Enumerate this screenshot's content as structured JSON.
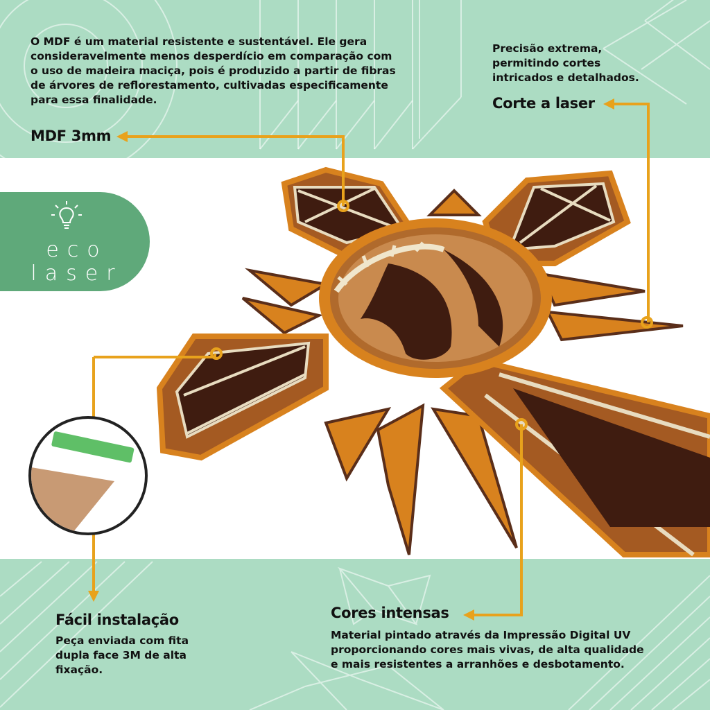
{
  "mdf": {
    "description": "O MDF é um material resistente e sustentável. Ele gera consideravelmente menos desperdício em comparação com o uso de madeira maciça, pois é produzido a partir de fibras de árvores  de reflorestamento, cultivadas especificamente para essa finalidade.",
    "lines": [
      "O MDF é um material resistente e sustentável. Ele gera",
      "consideravelmente menos desperdício em comparação com",
      "o uso de madeira maciça, pois é produzido a partir de fibras",
      "de árvores  de reflorestamento, cultivadas especificamente",
      "para essa finalidade."
    ],
    "title": "MDF 3mm"
  },
  "laser": {
    "lines": [
      "Precisão extrema,",
      "permitindo cortes",
      "intricados e detalhados."
    ],
    "title": "Corte a laser"
  },
  "logo": {
    "line1": "eco",
    "line2": "laser"
  },
  "install": {
    "title": "Fácil instalação",
    "lines": [
      "Peça  enviada com fita",
      "dupla face 3M de alta",
      "fixação."
    ]
  },
  "colors": {
    "title": "Cores intensas",
    "lines": [
      "Material pintado através  da Impressão  Digital UV",
      "proporcionando cores mais vivas, de alta qualidade",
      "e mais resistentes a arranhões  e desbotamento."
    ]
  },
  "palette": {
    "mint": "#acdcc3",
    "logo_green": "#5fa97a",
    "arrow": "#e8a21c",
    "wood_dark": "#5a2e1a",
    "wood_orange": "#d8821e"
  }
}
